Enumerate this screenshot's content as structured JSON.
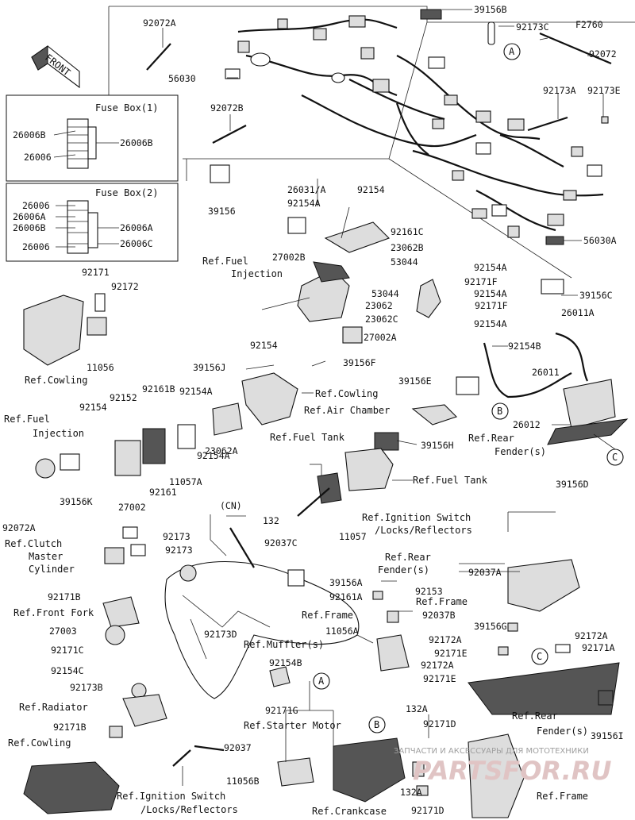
{
  "front_sign": "FRONT",
  "fuse_box_1": {
    "title": "Fuse Box(1)",
    "left": [
      "26006B",
      "26006"
    ],
    "right": [
      "26006B"
    ]
  },
  "fuse_box_2": {
    "title": "Fuse Box(2)",
    "left": [
      "26006",
      "26006A",
      "26006B",
      "26006"
    ],
    "right": [
      "26006A",
      "26006C"
    ]
  },
  "labels": {
    "p92072A_1": "92072A",
    "p39156B": "39156B",
    "p92173C": "92173C",
    "pF2760": "F2760",
    "p92072": "92072",
    "pA_top": "A",
    "p56030": "56030",
    "p92072B": "92072B",
    "p92173A": "92173A",
    "p92173E": "92173E",
    "p39156_1": "39156",
    "p26031A": "26031/A",
    "p92154_1": "92154",
    "p92154A_1": "92154A",
    "p92161C": "92161C",
    "p23062B": "23062B",
    "p27002B": "27002B",
    "p53044_1": "53044",
    "p56030A": "56030A",
    "p92154A_2": "92154A",
    "p92171F_1": "92171F",
    "p53044_2": "53044",
    "p92154A_3": "92154A",
    "p39156C": "39156C",
    "p23062": "23062",
    "p92171F_2": "92171F",
    "p23062C": "23062C",
    "p92154A_4": "92154A",
    "p92171": "92171",
    "p92172": "92172",
    "p92154_2": "92154",
    "p27002A": "27002A",
    "p26011A": "26011A",
    "p92154B_1": "92154B",
    "p11056_1": "11056",
    "p39156J": "39156J",
    "p39156F": "39156F",
    "p26011": "26011",
    "p39156E": "39156E",
    "p92161B": "92161B",
    "p92154A_5": "92154A",
    "p92154_3": "92154",
    "p92152": "92152",
    "pB_1": "B",
    "p26012": "26012",
    "p39156H": "39156H",
    "pC_1": "C",
    "p92154A_6": "92154A",
    "p23062A": "23062A",
    "p11057A": "11057A",
    "p39156K": "39156K",
    "p27002": "27002",
    "p92161": "92161",
    "p39156D": "39156D",
    "pCN": "(CN)",
    "p132_1": "132",
    "p92037C": "92037C",
    "p11057": "11057",
    "p92072A_2": "92072A",
    "p92173_1": "92173",
    "p92173_2": "92173",
    "p92037A": "92037A",
    "p39156A": "39156A",
    "p92171B_1": "92171B",
    "p92161A": "92161A",
    "p92153": "92153",
    "p92037B": "92037B",
    "p27003": "27003",
    "p11056A": "11056A",
    "p39156G": "39156G",
    "p92172A_1": "92172A",
    "p92172A_2": "92172A",
    "p92173D": "92173D",
    "p92171E_1": "92171E",
    "pC_2": "C",
    "p92171A": "92171A",
    "p92171C": "92171C",
    "p92154B_2": "92154B",
    "p92172A_3": "92172A",
    "p92154C": "92154C",
    "pA_2": "A",
    "p92171E_2": "92171E",
    "p92173B": "92173B",
    "p92171G": "92171G",
    "p132A_1": "132A",
    "p92171B_2": "92171B",
    "pB_2": "B",
    "p92171D_1": "92171D",
    "p39156I": "39156I",
    "p92037": "92037",
    "p11056B": "11056B",
    "p132A_2": "132A",
    "p92171D_2": "92171D"
  },
  "refs": {
    "fuel_injection_1": [
      "Ref.Fuel",
      "Injection"
    ],
    "cowling_1": "Ref.Cowling",
    "cowling_2": "Ref.Cowling",
    "air_chamber": "Ref.Air Chamber",
    "rear_fender_1": [
      "Ref.Rear",
      "Fender(s)"
    ],
    "fuel_injection_2": [
      "Ref.Fuel",
      "Injection"
    ],
    "fuel_tank_1": "Ref.Fuel Tank",
    "fuel_tank_2": "Ref.Fuel Tank",
    "ignition_switch_1": [
      "Ref.Ignition Switch",
      "/Locks/Reflectors"
    ],
    "clutch_master": [
      "Ref.Clutch",
      "Master",
      "Cylinder"
    ],
    "rear_fender_2": [
      "Ref.Rear",
      "Fender(s)"
    ],
    "frame_1": "Ref.Frame",
    "front_fork": "Ref.Front Fork",
    "frame_2": "Ref.Frame",
    "muffler": "Ref.Muffler(s)",
    "radiator": "Ref.Radiator",
    "starter_motor": "Ref.Starter Motor",
    "rear_fender_3": [
      "Ref.Rear",
      "Fender(s)"
    ],
    "cowling_3": "Ref.Cowling",
    "ignition_switch_2": [
      "Ref.Ignition Switch",
      "/Locks/Reflectors"
    ],
    "crankcase": "Ref.Crankcase",
    "frame_3": "Ref.Frame"
  },
  "watermark": {
    "line1": "ЗАПЧАСТИ И АКСЕССУАРЫ ДЛЯ МОТОТЕХНИКИ",
    "line2": "PARTSFOR.RU"
  }
}
